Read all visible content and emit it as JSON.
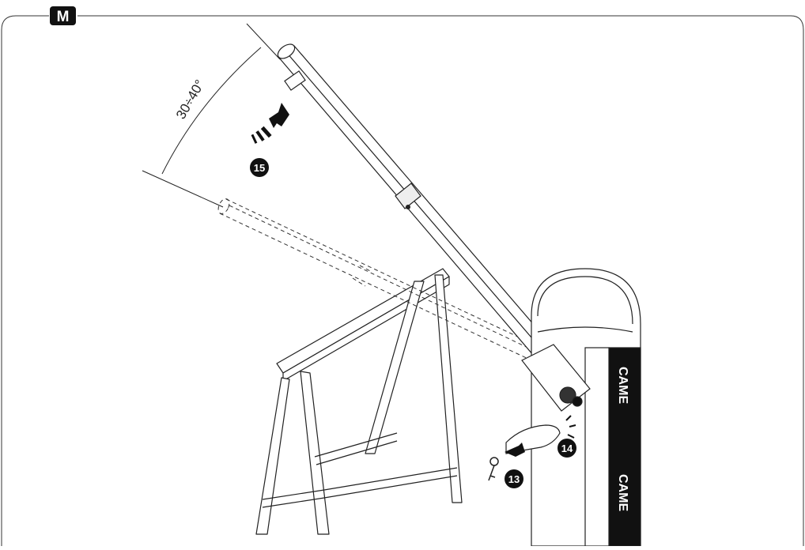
{
  "figure": {
    "label": "M",
    "angle_label": "30÷40°",
    "callouts": [
      "13",
      "14",
      "15"
    ],
    "brand_text": "CAME",
    "icons": {
      "rotation_arrow": "curved-arrow-icon",
      "key": "key-icon",
      "hand": "hand-icon"
    }
  }
}
